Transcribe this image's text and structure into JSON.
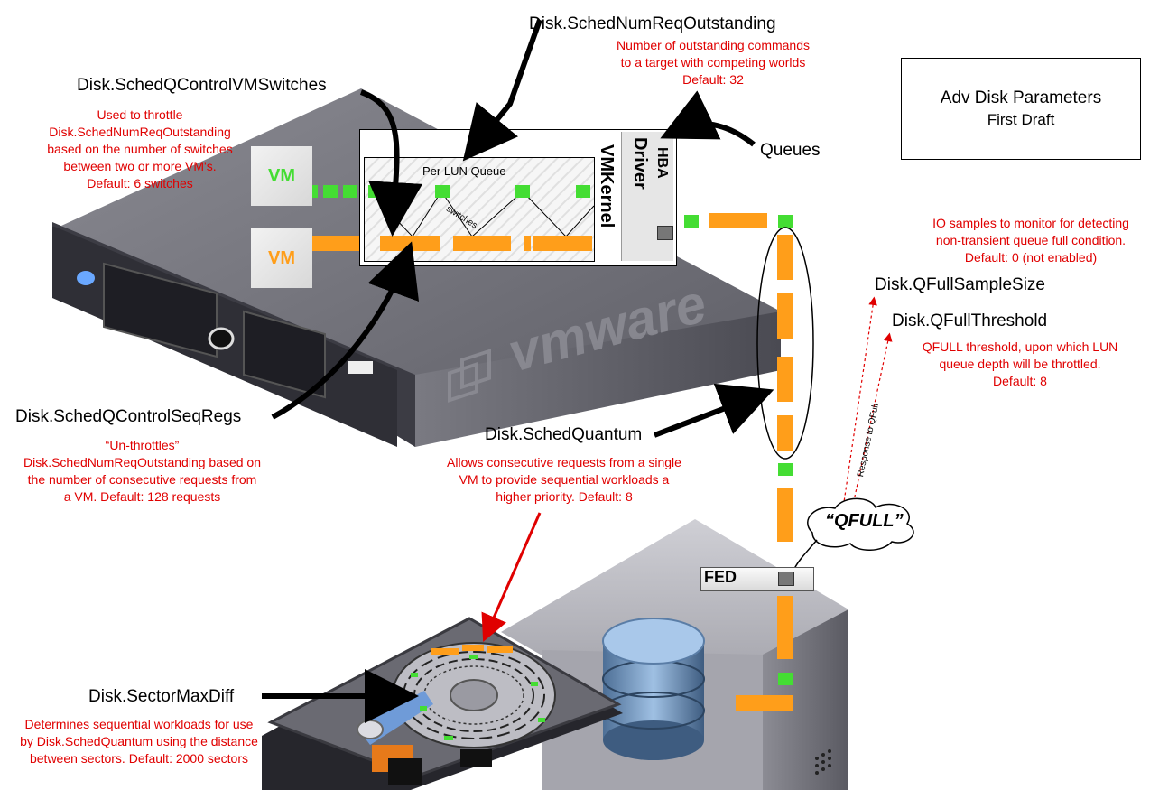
{
  "title": {
    "main": "Adv Disk Parameters",
    "sub": "First Draft"
  },
  "params": {
    "num_req_outstanding": {
      "name": "Disk.SchedNumReqOutstanding",
      "desc": [
        "Number of outstanding commands",
        "to a target with competing worlds",
        "Default: 32"
      ]
    },
    "qcontrol_vm_switches": {
      "name": "Disk.SchedQControlVMSwitches",
      "desc": [
        "Used to throttle",
        "Disk.SchedNumReqOutstanding",
        "based on the number of switches",
        "between two or more VM's.",
        "Default: 6 switches"
      ]
    },
    "qcontrol_seq_reqs": {
      "name": "Disk.SchedQControlSeqRegs",
      "desc": [
        "“Un-throttles”",
        "Disk.SchedNumReqOutstanding based on",
        "the number of consecutive requests from",
        "a VM.  Default: 128 requests"
      ]
    },
    "sched_quantum": {
      "name": "Disk.SchedQuantum",
      "desc": [
        "Allows consecutive requests from a single",
        "VM to provide sequential workloads a",
        "higher priority. Default: 8"
      ]
    },
    "qfull_sample_size": {
      "name": "Disk.QFullSampleSize",
      "desc": [
        "IO samples to monitor for detecting",
        "non-transient queue full condition.",
        "Default: 0 (not enabled)"
      ]
    },
    "qfull_threshold": {
      "name": "Disk.QFullThreshold",
      "desc": [
        "QFULL threshold, upon which LUN",
        "queue depth will be throttled.",
        "Default: 8"
      ]
    },
    "sector_max_diff": {
      "name": "Disk.SectorMaxDiff",
      "desc": [
        "Determines sequential workloads for use",
        "by Disk.SchedQuantum using the distance",
        "between sectors.  Default: 2000 sectors"
      ]
    }
  },
  "labels": {
    "queues": "Queues",
    "vm_top": "VM",
    "vm_bottom": "VM",
    "per_lun_queue": "Per LUN Queue",
    "switches": "switches",
    "vmkernel": "VMKernel",
    "driver": "Driver",
    "hba": "HBA",
    "fed": "FED",
    "qfull": "“QFULL”",
    "response_to_qfull": "Response to QFull",
    "vmware_logo": "vmware"
  },
  "colors": {
    "green": "#44dd33",
    "orange": "#ff9e1a",
    "red_text": "#e00000"
  }
}
